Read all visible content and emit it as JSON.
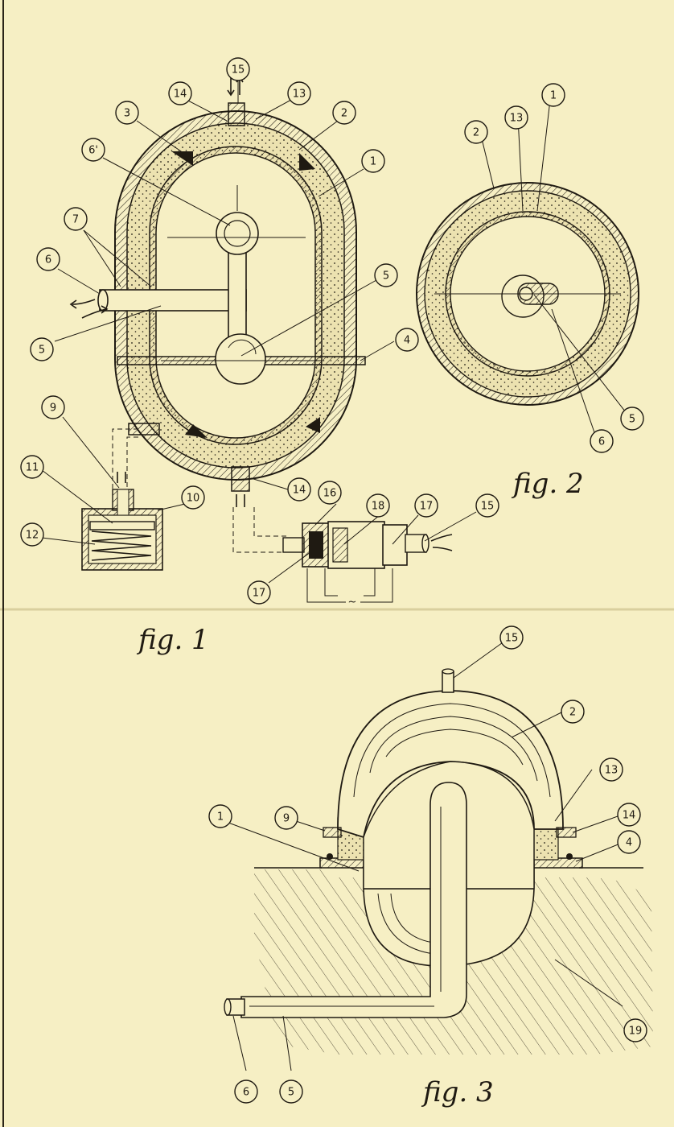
{
  "captions": {
    "fig1": "fig. 1",
    "fig2": "fig. 2",
    "fig3": "fig. 3"
  },
  "fig1_callouts": [
    {
      "id": "f1-c15",
      "text": "15"
    },
    {
      "id": "f1-c14a",
      "text": "14"
    },
    {
      "id": "f1-c13",
      "text": "13"
    },
    {
      "id": "f1-c3",
      "text": "3"
    },
    {
      "id": "f1-c2",
      "text": "2"
    },
    {
      "id": "f1-c6p",
      "text": "6'"
    },
    {
      "id": "f1-c1",
      "text": "1"
    },
    {
      "id": "f1-c7",
      "text": "7"
    },
    {
      "id": "f1-c6",
      "text": "6"
    },
    {
      "id": "f1-c5a",
      "text": "5"
    },
    {
      "id": "f1-c5b",
      "text": "5"
    },
    {
      "id": "f1-c4",
      "text": "4"
    },
    {
      "id": "f1-c9",
      "text": "9"
    },
    {
      "id": "f1-c11",
      "text": "11"
    },
    {
      "id": "f1-c10",
      "text": "10"
    },
    {
      "id": "f1-c12",
      "text": "12"
    },
    {
      "id": "f1-c14b",
      "text": "14"
    },
    {
      "id": "f1-c16",
      "text": "16"
    },
    {
      "id": "f1-c18",
      "text": "18"
    },
    {
      "id": "f1-c17a",
      "text": "17"
    },
    {
      "id": "f1-c15b",
      "text": "15"
    },
    {
      "id": "f1-c17b",
      "text": "17"
    }
  ],
  "fig2_callouts": [
    {
      "id": "f2-c1",
      "text": "1"
    },
    {
      "id": "f2-c2",
      "text": "2"
    },
    {
      "id": "f2-c13",
      "text": "13"
    },
    {
      "id": "f2-c5",
      "text": "5"
    },
    {
      "id": "f2-c6",
      "text": "6"
    }
  ],
  "fig3_callouts": [
    {
      "id": "f3-c15",
      "text": "15"
    },
    {
      "id": "f3-c2",
      "text": "2"
    },
    {
      "id": "f3-c13",
      "text": "13"
    },
    {
      "id": "f3-c14",
      "text": "14"
    },
    {
      "id": "f3-c4",
      "text": "4"
    },
    {
      "id": "f3-c1",
      "text": "1"
    },
    {
      "id": "f3-c9",
      "text": "9"
    },
    {
      "id": "f3-c19",
      "text": "19"
    },
    {
      "id": "f3-c6",
      "text": "6"
    },
    {
      "id": "f3-c5",
      "text": "5"
    }
  ],
  "colors": {
    "paper": "#f6efc4",
    "ink": "#1f1a12",
    "insulation": "#ece2b0"
  }
}
